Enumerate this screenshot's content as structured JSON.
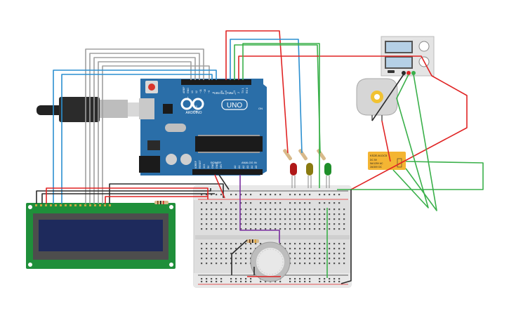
{
  "arduino": {
    "brand": "ARDUINO",
    "model": "UNO",
    "digital_label": "DIGITAL (PWM~)",
    "power_label": "POWER",
    "analog_label": "ANALOG IN",
    "on_label": "ON",
    "tx_label": "TX",
    "rx_label": "RX",
    "l_label": "L",
    "header_pins": [
      "AREF",
      "GND",
      "13",
      "12",
      "~11",
      "~10",
      "~9",
      "8",
      "7",
      "~6",
      "~5",
      "4",
      "~3",
      "2",
      "TX 1",
      "RX 0"
    ],
    "power_pins": [
      "IOREF",
      "RESET",
      "3V3",
      "5V",
      "GND",
      "GND",
      "VIN"
    ],
    "analog_pins": [
      "A0",
      "A1",
      "A2",
      "A3",
      "A4",
      "A5"
    ]
  },
  "relay": {
    "model": "KS2E-M-DC5",
    "line1": "DC 5V",
    "line2": "5A/125V AC",
    "line3": "2A/30V DC"
  },
  "colors": {
    "board": "#2a6ea8",
    "breadboard": "#dcdcdc",
    "lcd_pcb": "#1f8f3a",
    "lcd_screen": "#1e2a5c",
    "relay": "#f4b533",
    "wire_red": "#e02424",
    "wire_green": "#3ab04a",
    "wire_blue": "#2b8fd0",
    "wire_gray": "#a0a0a0",
    "wire_black": "#2b2b2b",
    "wire_purple": "#7a2fa0"
  }
}
